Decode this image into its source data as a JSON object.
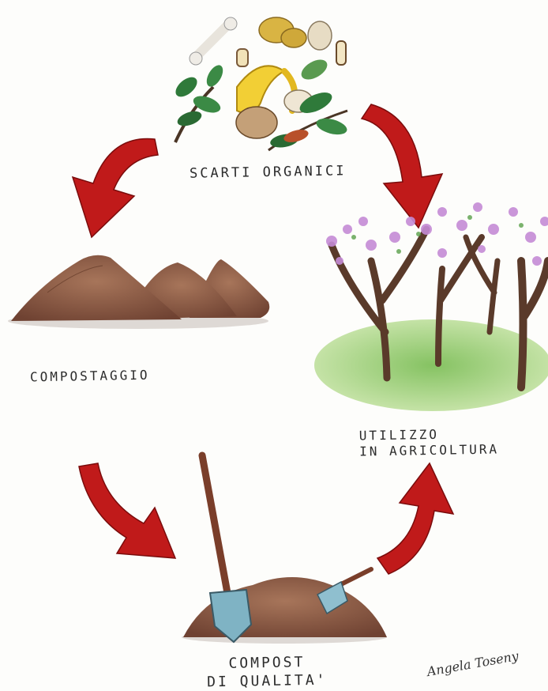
{
  "diagram": {
    "stages": [
      {
        "id": "organic-waste",
        "label": "SCARTI ORGANICI"
      },
      {
        "id": "composting",
        "label": "COMPOSTAGGIO"
      },
      {
        "id": "quality-compost",
        "label_line1": "COMPOST",
        "label_line2": "DI QUALITA'"
      },
      {
        "id": "agriculture-use",
        "label_line1": "UTILIZZO",
        "label_line2": "IN AGRICOLTURA"
      }
    ],
    "signature": "Angela Toseny",
    "colors": {
      "arrow": "#c01a1a",
      "soil": "#8a5a44",
      "leaf": "#2f7a3a",
      "blossom": "#c58bd6",
      "grass": "#6aa84f",
      "trunk": "#5a3a2a"
    }
  }
}
